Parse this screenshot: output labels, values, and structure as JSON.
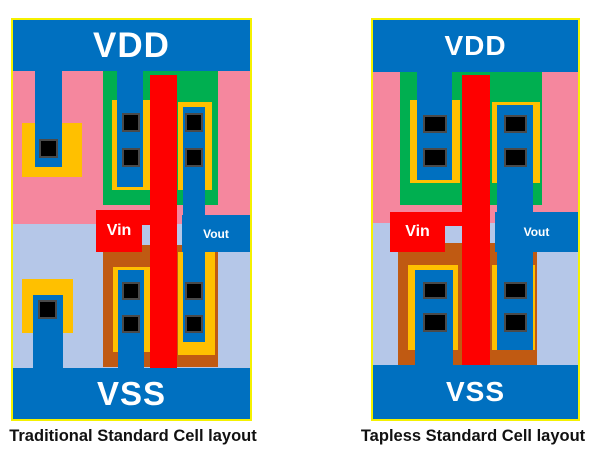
{
  "palette": {
    "blue": "#0070C0",
    "pink": "#F5879E",
    "lavender": "#B5C7E8",
    "green": "#00AF50",
    "amber": "#FFC000",
    "red": "#FE0000",
    "brown": "#C05A12",
    "border_yellow": "#F5F100",
    "contact_black": "#000000",
    "contact_outline": "#4A4A4A",
    "label_white": "#FFFFFF",
    "caption_text": "#111111"
  },
  "cells": [
    {
      "id": "traditional-standard-cell",
      "vdd": "VDD",
      "vss": "VSS",
      "vin": "Vin",
      "vout": "Vout",
      "caption": "Traditional Standard Cell layout"
    },
    {
      "id": "tapless-standard-cell",
      "vdd": "VDD",
      "vss": "VSS",
      "vin": "Vin",
      "vout": "Vout",
      "caption": "Tapless Standard Cell layout"
    }
  ]
}
